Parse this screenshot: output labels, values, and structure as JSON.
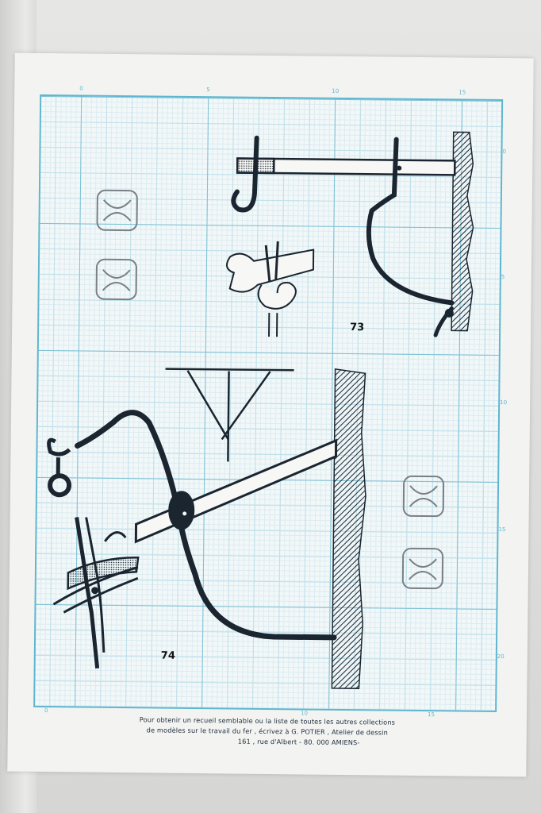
{
  "rulers": {
    "top": [
      "0",
      "5",
      "10",
      "15"
    ],
    "bottom": [
      "0",
      "10",
      "15"
    ],
    "right": [
      "0",
      "5",
      "10",
      "15",
      "20"
    ]
  },
  "figures": {
    "fig73": "73",
    "fig74": "74"
  },
  "footer": {
    "line1": "Pour obtenir un recueil semblable ou la liste de toutes les autres collections",
    "line2": "de modèles sur le travail du fer , écrivez à G. POTIER , Atelier de dessin",
    "line3": "161 , rue d'Albert - 80. 000 AMIENS-"
  },
  "colors": {
    "grid": "#5fb6cf",
    "ink": "#1a2530",
    "paper": "#f3f4f2"
  }
}
